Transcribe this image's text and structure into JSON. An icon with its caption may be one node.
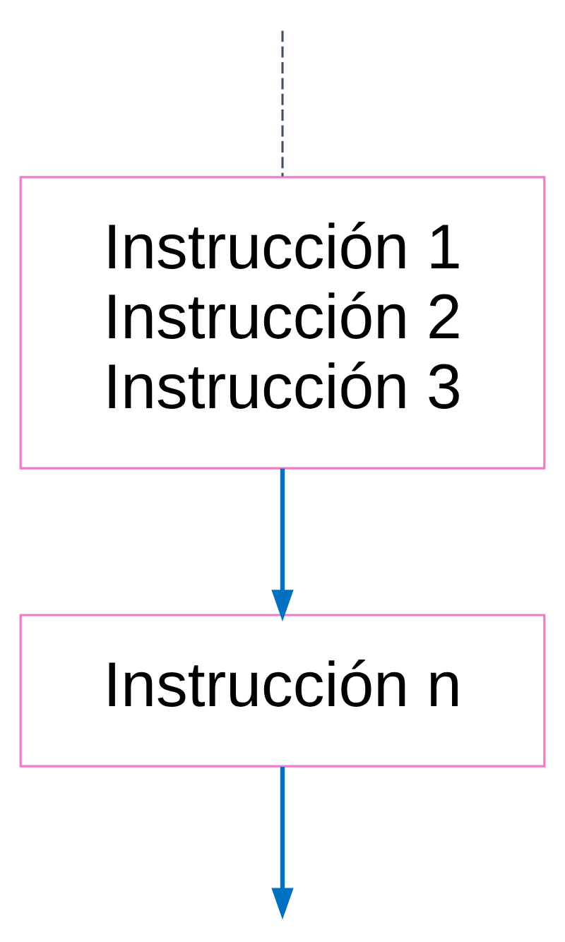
{
  "diagram": {
    "nodes": [
      {
        "text": [
          "Instrucción 1",
          "Instrucción 2",
          "Instrucción 3"
        ]
      },
      {
        "text": [
          "Instrucción n"
        ]
      }
    ],
    "edges": [
      {
        "from": null,
        "to": 0,
        "arrow": "none",
        "style": "dashed",
        "color": "#44546a"
      },
      {
        "from": 0,
        "to": 1,
        "arrow": "to"
      },
      {
        "from": 1,
        "to": null,
        "arrow": "to"
      }
    ]
  }
}
